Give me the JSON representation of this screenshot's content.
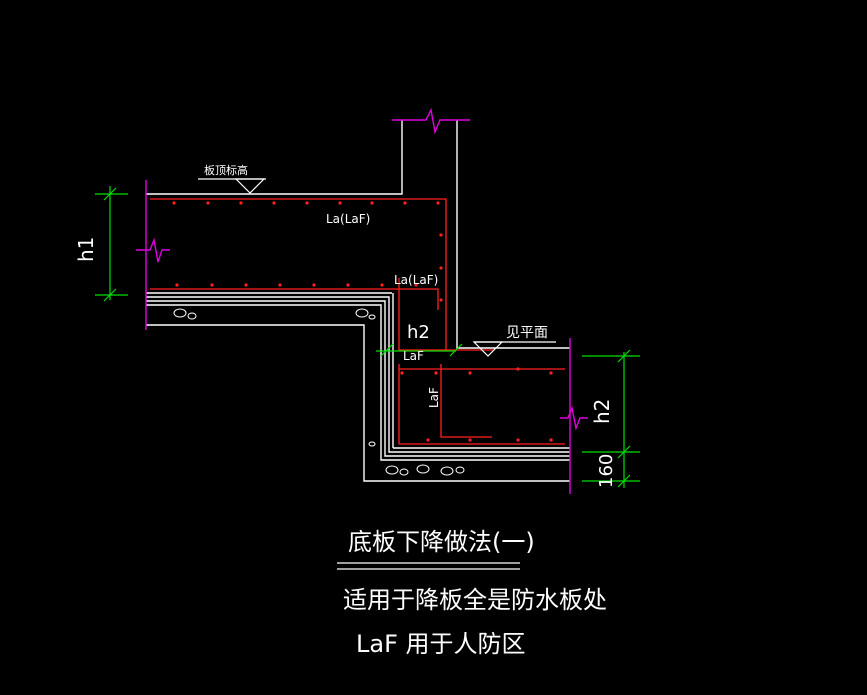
{
  "colors": {
    "background": "#000000",
    "concrete": "#ffffff",
    "rebar": "#ff2020",
    "dimension": "#00e000",
    "break_line": "#e000e0",
    "text": "#ffffff"
  },
  "labels": {
    "slab_top_elev": "板顶标高",
    "anchor_top": "La(LaF)",
    "anchor_bottom": "La(LaF)",
    "h2_inner": "h2",
    "laf_horizontal": "LaF",
    "laf_vertical": "LaF",
    "see_plan": "见平面"
  },
  "dimensions": {
    "h1": "h1",
    "h2": "h2",
    "d160": "160"
  },
  "title": {
    "main": "底板下降做法(一)",
    "sub1": "适用于降板全是防水板处",
    "sub2": "LaF 用于人防区"
  }
}
